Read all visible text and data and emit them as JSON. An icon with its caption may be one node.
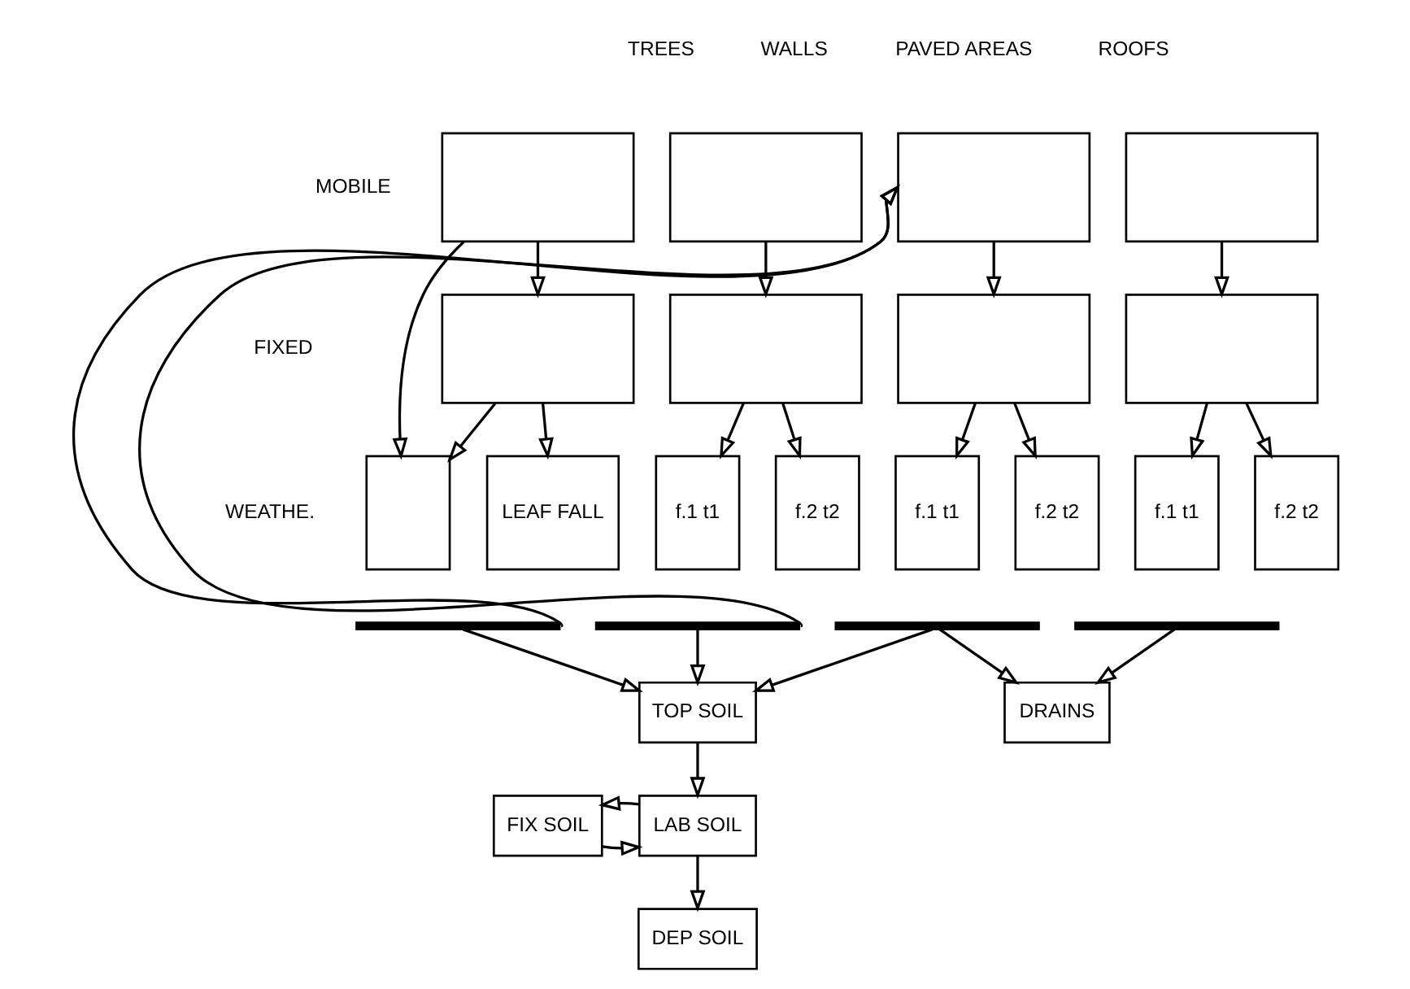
{
  "diagram": {
    "nodes": [
      {
        "text": [],
        "shape": "box"
      },
      {
        "text": [],
        "shape": "box"
      },
      {
        "text": [],
        "shape": "box"
      },
      {
        "text": [],
        "shape": "box"
      },
      {
        "text": [],
        "shape": "box"
      },
      {
        "text": [],
        "shape": "box"
      },
      {
        "text": [],
        "shape": "box"
      },
      {
        "text": [],
        "shape": "box"
      },
      {
        "text": [],
        "shape": "box"
      },
      {
        "text": [
          "LEAF FALL"
        ]
      },
      {
        "text": [
          "f.1 t1"
        ]
      },
      {
        "text": [
          "f.2 t2"
        ]
      },
      {
        "text": [
          "f.1 t1"
        ]
      },
      {
        "text": [
          "f.2 t2"
        ]
      },
      {
        "text": [
          "f.1 t1"
        ]
      },
      {
        "text": [
          "f.2 t2"
        ]
      },
      {
        "text": [],
        "shape": "bar"
      },
      {
        "text": [],
        "shape": "bar"
      },
      {
        "text": [],
        "shape": "bar"
      },
      {
        "text": [],
        "shape": "bar"
      },
      {
        "text": [
          "TOP SOIL"
        ]
      },
      {
        "text": [
          "DRAINS"
        ]
      },
      {
        "text": [
          "FIX SOIL"
        ]
      },
      {
        "text": [
          "LAB SOIL"
        ]
      },
      {
        "text": [
          "DEP SOIL"
        ]
      }
    ],
    "edges": [
      {
        "from": 0,
        "to": 8,
        "arrow": "to"
      },
      {
        "from": 0,
        "to": 4,
        "arrow": "to"
      },
      {
        "from": 1,
        "to": 5,
        "arrow": "to"
      },
      {
        "from": 2,
        "to": 6,
        "arrow": "to"
      },
      {
        "from": 3,
        "to": 7,
        "arrow": "to"
      },
      {
        "from": 4,
        "to": 8,
        "arrow": "to"
      },
      {
        "from": 4,
        "to": 9,
        "arrow": "to"
      },
      {
        "from": 5,
        "to": 10,
        "arrow": "to"
      },
      {
        "from": 5,
        "to": 11,
        "arrow": "to"
      },
      {
        "from": 6,
        "to": 12,
        "arrow": "to"
      },
      {
        "from": 6,
        "to": 13,
        "arrow": "to"
      },
      {
        "from": 7,
        "to": 14,
        "arrow": "to"
      },
      {
        "from": 7,
        "to": 15,
        "arrow": "to"
      },
      {
        "from": 16,
        "to": 2,
        "arrow": "to"
      },
      {
        "from": 17,
        "to": 2,
        "arrow": "to"
      },
      {
        "from": 16,
        "to": 20,
        "arrow": "to"
      },
      {
        "from": 17,
        "to": 20,
        "arrow": "to"
      },
      {
        "from": 18,
        "to": 20,
        "arrow": "to"
      },
      {
        "from": 18,
        "to": 21,
        "arrow": "to"
      },
      {
        "from": 19,
        "to": 21,
        "arrow": "to"
      },
      {
        "from": 20,
        "to": 23,
        "arrow": "to"
      },
      {
        "from": 22,
        "to": 23,
        "arrow": "to"
      },
      {
        "from": 23,
        "to": 22,
        "arrow": "to"
      },
      {
        "from": 23,
        "to": 24,
        "arrow": "to"
      }
    ],
    "labels": [
      "TREES",
      "WALLS",
      "PAVED AREAS",
      "ROOFS",
      "MOBILE",
      "FIXED",
      "WEATHE."
    ]
  }
}
